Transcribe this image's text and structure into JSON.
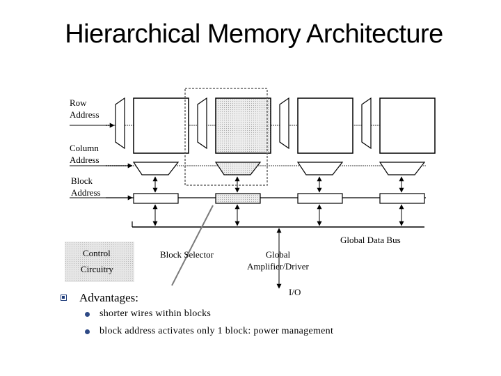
{
  "title": "Hierarchical Memory Architecture",
  "labels": {
    "row_address": [
      "Row",
      "Address"
    ],
    "column_address": [
      "Column",
      "Address"
    ],
    "block_address": [
      "Block",
      "Address"
    ],
    "global_data_bus": "Global Data Bus",
    "control_circuitry": [
      "Control",
      "Circuitry"
    ],
    "block_selector": "Block Selector",
    "global_amplifier": [
      "Global",
      "Amplifier/Driver"
    ],
    "io": "I/O"
  },
  "advantages": {
    "heading": "Advantages:",
    "items": [
      "shorter wires within blocks",
      "block address activates only 1 block: power management"
    ]
  },
  "diagram": {
    "block_count": 4,
    "selected_block": 2
  },
  "colors": {
    "line": "#000000",
    "selected_fill": "#d9d9d9",
    "bullet": "#2e4a86"
  }
}
